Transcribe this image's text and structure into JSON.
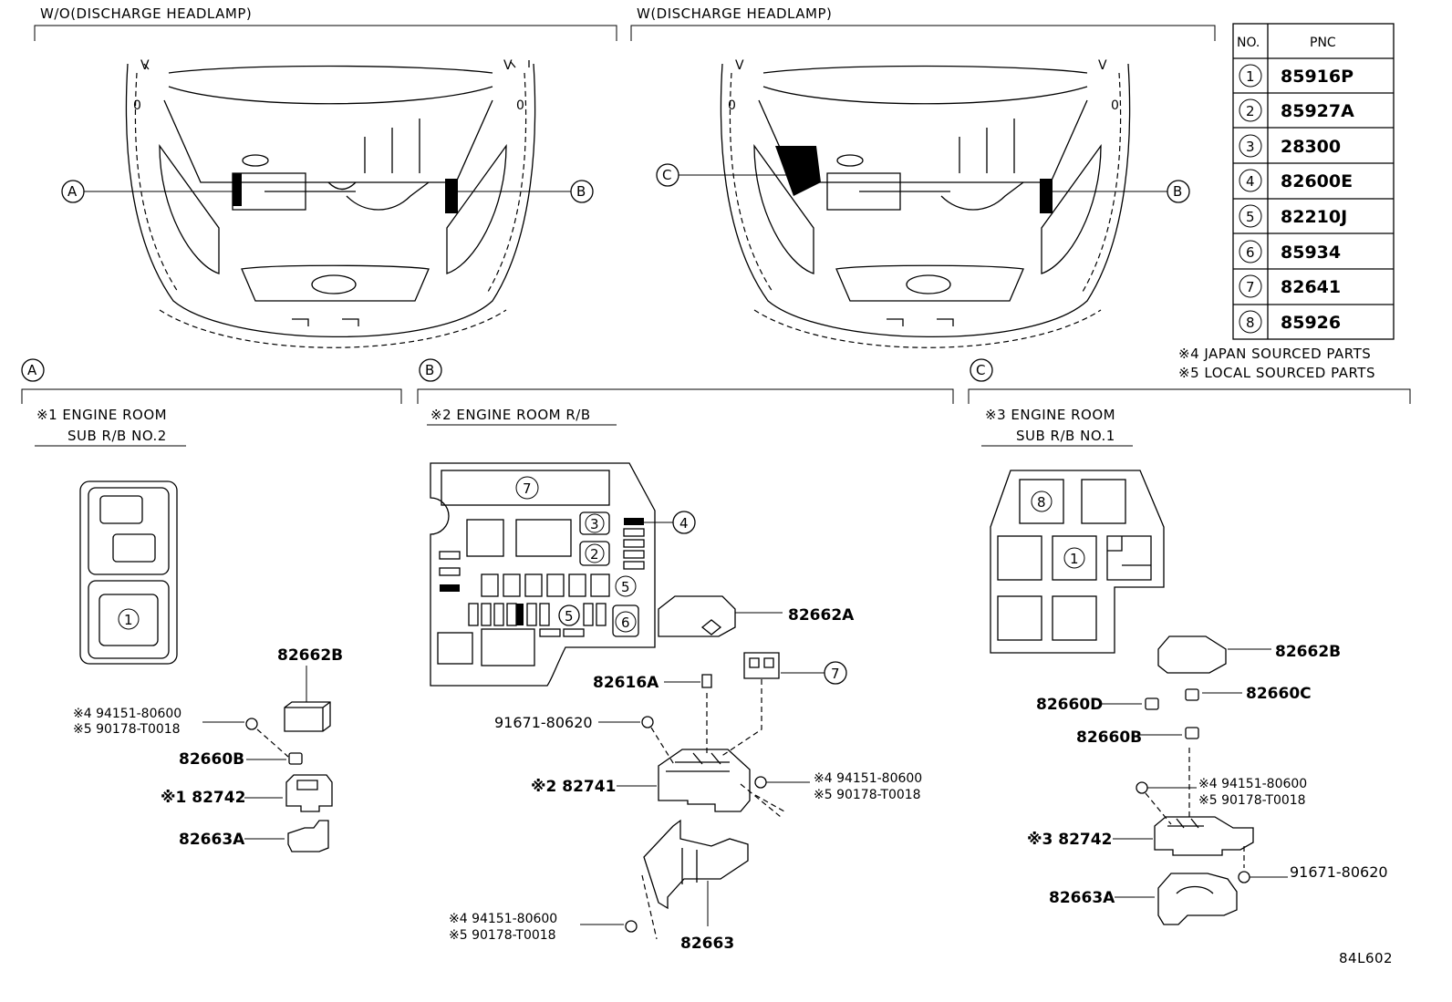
{
  "headers": {
    "wo_discharge": "W/O(DISCHARGE HEADLAMP)",
    "w_discharge": "W(DISCHARGE HEADLAMP)"
  },
  "table": {
    "col_no": "NO.",
    "col_pnc": "PNC",
    "rows": [
      {
        "no": "1",
        "pnc": "85916P"
      },
      {
        "no": "2",
        "pnc": "85927A"
      },
      {
        "no": "3",
        "pnc": "28300"
      },
      {
        "no": "4",
        "pnc": "82600E"
      },
      {
        "no": "5",
        "pnc": "82210J"
      },
      {
        "no": "6",
        "pnc": "85934"
      },
      {
        "no": "7",
        "pnc": "82641"
      },
      {
        "no": "8",
        "pnc": "85926"
      }
    ]
  },
  "notes": {
    "japan": "※4 JAPAN SOURCED PARTS",
    "local": "※5 LOCAL SOURCED PARTS"
  },
  "callouts": {
    "a": "A",
    "b": "B",
    "c": "C"
  },
  "sections": {
    "a_title1": "※1 ENGINE ROOM",
    "a_title2": "SUB R/B NO.2",
    "b_title": "※2  ENGINE ROOM R/B",
    "c_title1": "※3 ENGINE ROOM",
    "c_title2": "SUB R/B NO.1"
  },
  "parts": {
    "a_82662B": "82662B",
    "a_note4": "※4 94151-80600",
    "a_note5": "※5 90178-T0018",
    "a_82660B": "82660B",
    "a_82742": "※1 82742",
    "a_82663A": "82663A",
    "b_82662A": "82662A",
    "b_82616A": "82616A",
    "b_91671": "91671-80620",
    "b_82741": "※2 82741",
    "b_note4": "※4 94151-80600",
    "b_note5": "※5 90178-T0018",
    "b_note4b": "※4 94151-80600",
    "b_note5b": "※5 90178-T0018",
    "b_82663": "82663",
    "c_82662B": "82662B",
    "c_82660C": "82660C",
    "c_82660D": "82660D",
    "c_82660B": "82660B",
    "c_note4": "※4 94151-80600",
    "c_note5": "※5 90178-T0018",
    "c_82742": "※3 82742",
    "c_91671": "91671-80620",
    "c_82663A": "82663A"
  },
  "diagram_id": "84L602"
}
